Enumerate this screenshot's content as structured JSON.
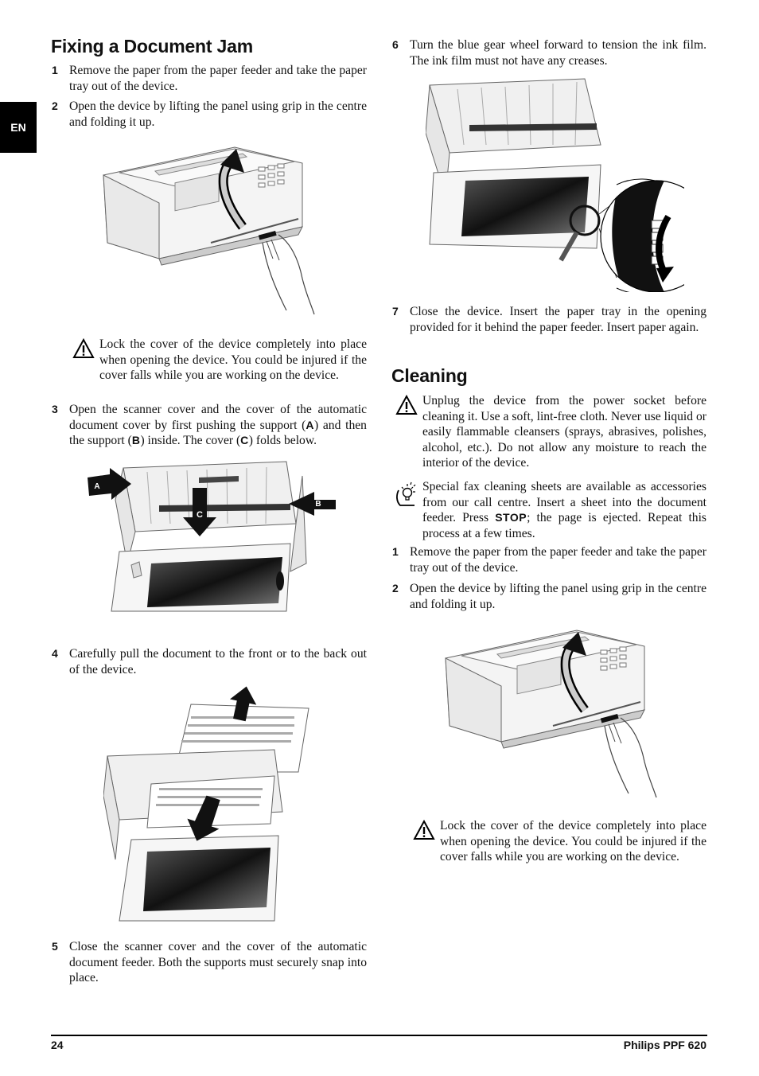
{
  "lang_tab": "EN",
  "left": {
    "heading": "Fixing a Document Jam",
    "step1": {
      "num": "1",
      "text": "Remove the paper from the paper feeder and take the paper tray out of the device."
    },
    "step2": {
      "num": "2",
      "text": "Open the device by lifting the panel using grip in the centre and folding it up."
    },
    "warning1": "Lock the cover of the device completely into place when opening the device. You could be injured if the cover falls while you are working on the device.",
    "step3": {
      "num": "3",
      "pre": "Open the scanner cover and the cover of the automatic document cover by first pushing the support (",
      "a": "A",
      "mid1": ") and then the support (",
      "b": "B",
      "mid2": ") inside. The cover (",
      "c": "C",
      "post": ") folds below."
    },
    "fig3_labels": {
      "a": "A",
      "b": "B",
      "c": "C"
    },
    "step4": {
      "num": "4",
      "text": "Carefully pull the document to the front or to the back out of the device."
    },
    "step5": {
      "num": "5",
      "text": "Close the scanner cover and the cover of the automatic document feeder. Both the supports must securely snap into place."
    }
  },
  "right": {
    "step6": {
      "num": "6",
      "text": "Turn the blue gear wheel forward to tension the ink film. The ink film must not have any creases."
    },
    "step7": {
      "num": "7",
      "text": "Close the device. Insert the paper tray in the opening provided for it behind the paper feeder. Insert paper again."
    },
    "heading": "Cleaning",
    "warning2": "Unplug the device from the power socket before cleaning it. Use a soft, lint-free cloth. Never use liquid or easily flammable cleansers (sprays, abrasives, polishes, alcohol, etc.). Do not allow any moisture to reach the interior of the device.",
    "tip": {
      "pre": "Special fax cleaning sheets are available as accessories from our call centre. Insert a sheet into the document feeder. Press ",
      "key": "STOP",
      "post": "; the page is ejected. Repeat this process at a few times."
    },
    "step1": {
      "num": "1",
      "text": "Remove the paper from the paper feeder and take the paper tray out of the device."
    },
    "step2": {
      "num": "2",
      "text": "Open the device by lifting the panel using grip in the centre and folding it up."
    },
    "warning3": "Lock the cover of the device completely into place when opening the device. You could be injured if the cover falls while you are working on the device."
  },
  "footer": {
    "page": "24",
    "product": "Philips PPF 620"
  },
  "icons": {
    "warning": "warning-triangle-icon",
    "tip": "lightbulb-tip-icon"
  }
}
